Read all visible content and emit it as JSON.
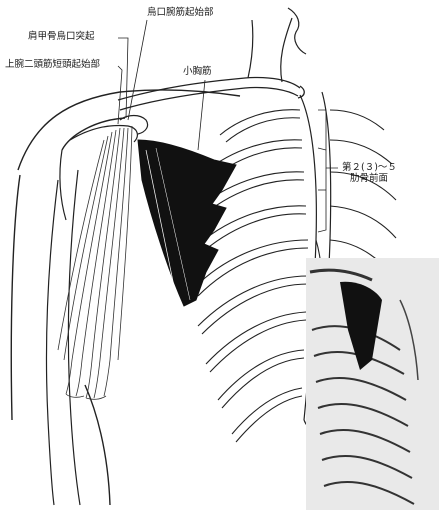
{
  "labels": {
    "coracobrachialis_origin": "烏口腕筋起始部",
    "coracoid_process": "肩甲骨烏口突起",
    "biceps_short_head_origin": "上腕二頭筋短頭起始部",
    "pectoralis_minor": "小胸筋",
    "ribs_line1": "第２(３)～５",
    "ribs_line2": "肋骨前面"
  },
  "colors": {
    "ink": "#1a1a1a",
    "muscle": "#111111",
    "paper": "#ffffff"
  }
}
